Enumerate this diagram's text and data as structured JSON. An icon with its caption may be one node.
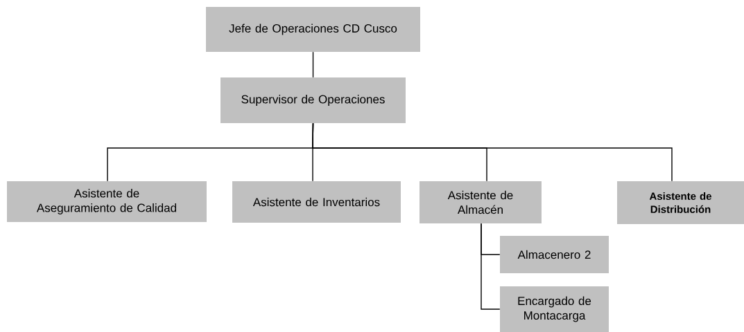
{
  "diagram": {
    "nodes": [
      {
        "text": [
          "Jefe de Operaciones CD Cusco"
        ]
      },
      {
        "text": [
          "Supervisor de Operaciones"
        ]
      },
      {
        "text": [
          "Asistente de Aseguramiento de Calidad"
        ]
      },
      {
        "text": [
          "Asistente de Inventarios"
        ]
      },
      {
        "text": [
          "Asistente de Almacén"
        ]
      },
      {
        "text": [
          "**Asistente de Distribución**"
        ]
      },
      {
        "text": [
          "Almacenero 2"
        ]
      },
      {
        "text": [
          "Encargado de Montacarga"
        ]
      }
    ],
    "edges": [
      {
        "from": 0,
        "to": 1,
        "arrow": "none"
      },
      {
        "from": 1,
        "to": 2,
        "arrow": "none"
      },
      {
        "from": 1,
        "to": 3,
        "arrow": "none"
      },
      {
        "from": 1,
        "to": 4,
        "arrow": "none"
      },
      {
        "from": 1,
        "to": 5,
        "arrow": "none"
      },
      {
        "from": 4,
        "to": 6,
        "arrow": "none"
      },
      {
        "from": 4,
        "to": 7,
        "arrow": "none"
      }
    ]
  }
}
